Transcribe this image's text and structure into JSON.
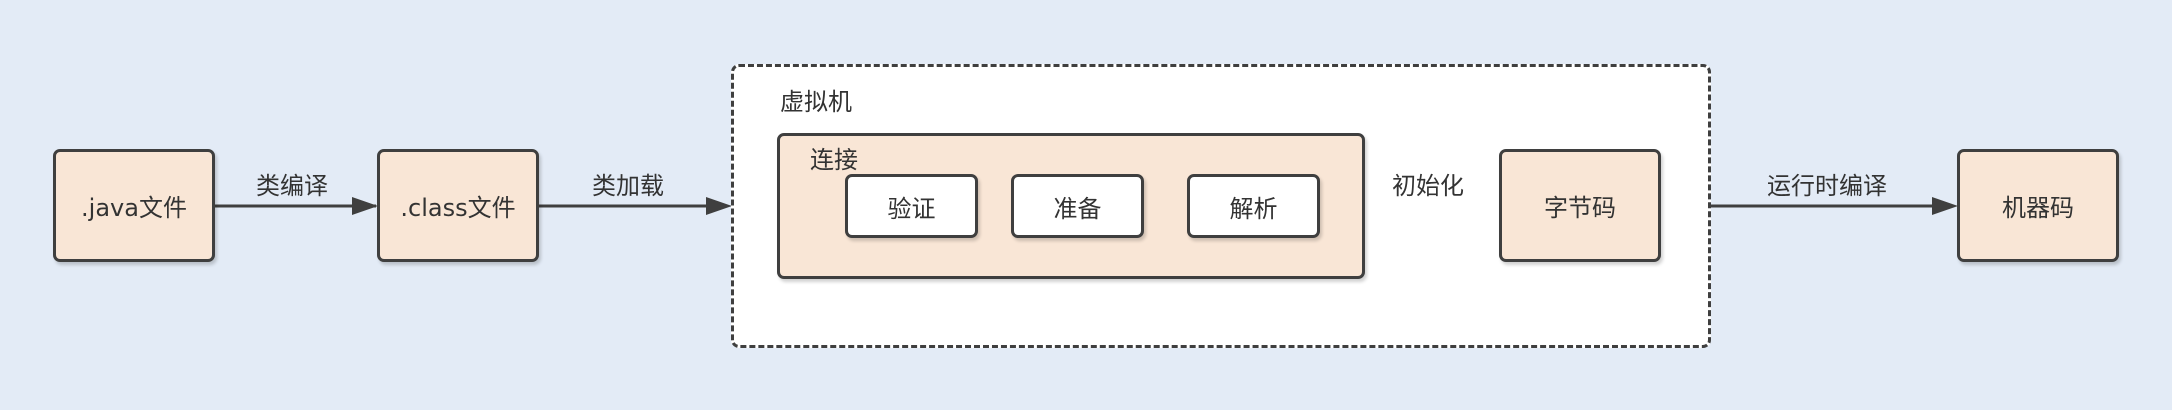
{
  "nodes": {
    "java_file": ".java文件",
    "class_file": ".class文件",
    "bytecode": "字节码",
    "machine_code": "机器码"
  },
  "vm": {
    "title": "虚拟机",
    "link": {
      "title": "连接",
      "steps": [
        "验证",
        "准备",
        "解析"
      ]
    }
  },
  "edges": {
    "compile": "类编译",
    "load": "类加载",
    "init": "初始化",
    "jit": "运行时编译"
  },
  "colors": {
    "background": "#e3ebf6",
    "node_fill": "#f9e6d6",
    "stroke": "#3f3f3f",
    "inner_fill": "#ffffff"
  }
}
